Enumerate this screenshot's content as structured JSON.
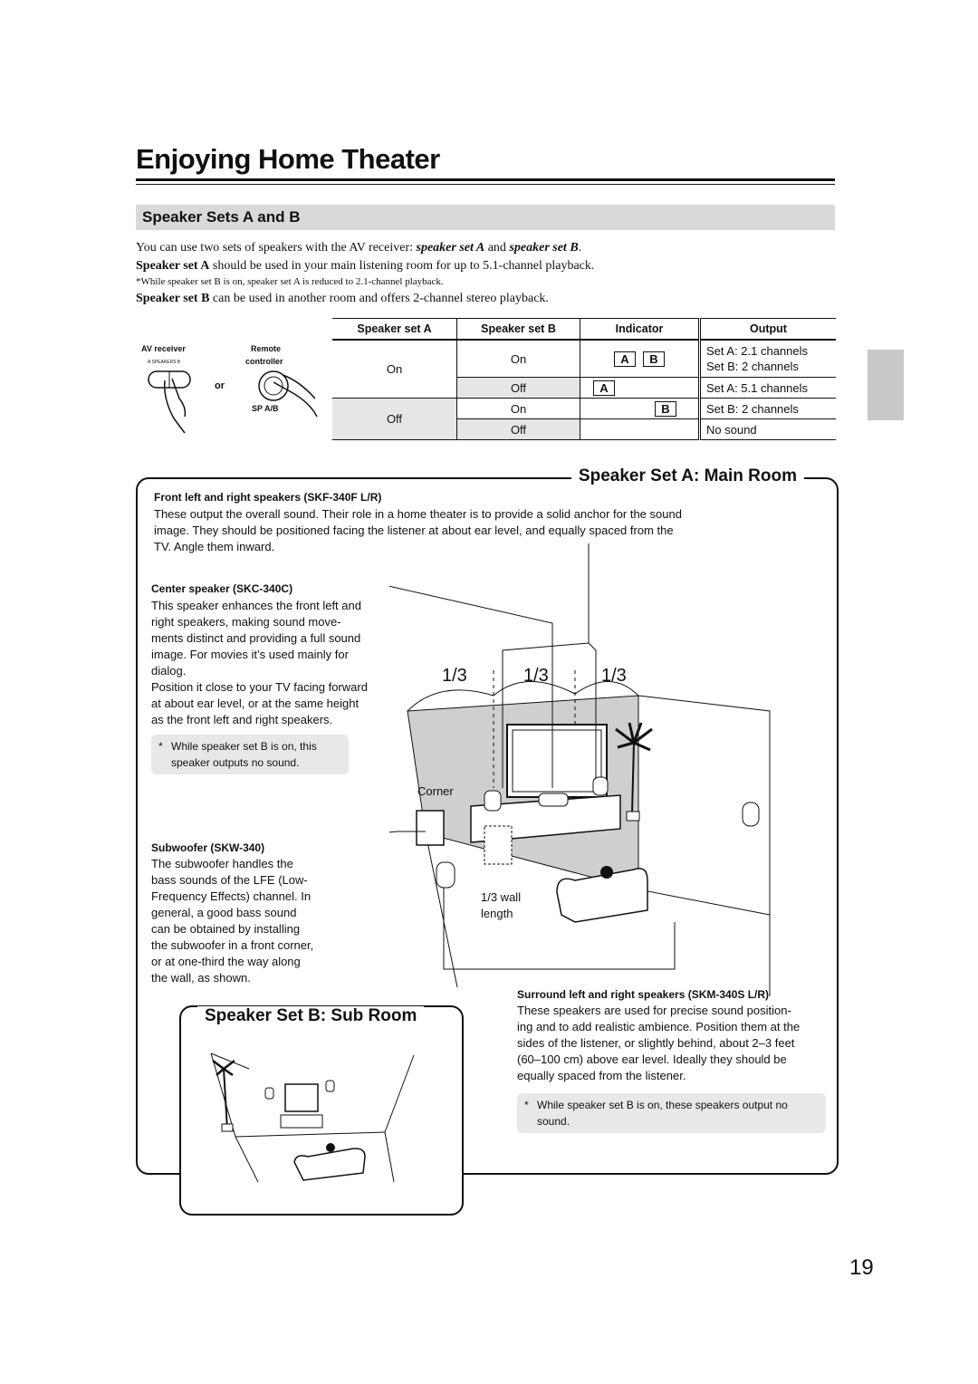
{
  "page": {
    "title": "Enjoying Home Theater",
    "page_number": "19"
  },
  "section": {
    "title": "Speaker Sets A and B",
    "intro_line1_pre": "You can use two sets of speakers with the AV receiver: ",
    "intro_set_a": "speaker set A",
    "intro_and": " and ",
    "intro_set_b": "speaker set B",
    "intro_end": ".",
    "line2_bold": "Speaker set A",
    "line2_rest": " should be used in your main listening room for up to 5.1-channel playback.",
    "note_line": "*While speaker set B is on, speaker set A is reduced to 2.1-channel playback.",
    "line3_bold": "Speaker set B",
    "line3_rest": " can be used in another room and offers 2-channel stereo playback."
  },
  "controls": {
    "av_receiver": "AV receiver",
    "receiver_button": "A  SPEAKERS  B",
    "or": "or",
    "remote": "Remote",
    "controller": "controller",
    "remote_button": "SP A/B"
  },
  "table": {
    "headers": [
      "Speaker set A",
      "Speaker set B",
      "Indicator",
      "Output"
    ],
    "rows": [
      {
        "a": "On",
        "b": "On",
        "ind": [
          "A",
          "B"
        ],
        "out": [
          "Set A: 2.1 channels",
          "Set B: 2 channels"
        ]
      },
      {
        "a": "",
        "b": "Off",
        "ind": [
          "A"
        ],
        "out": [
          "Set A: 5.1 channels"
        ]
      },
      {
        "a": "Off",
        "b": "On",
        "ind": [
          "B"
        ],
        "out": [
          "Set B: 2 channels"
        ]
      },
      {
        "a": "",
        "b": "Off",
        "ind": [],
        "out": [
          "No sound"
        ]
      }
    ]
  },
  "main_room": {
    "heading": "Speaker Set A: Main Room",
    "front_title": "Front left and right speakers (SKF-340F L/R)",
    "front_text": [
      "These output the overall sound. Their role in a home theater is to provide a solid anchor for the sound",
      "image. They should be positioned facing the listener at about ear level, and equally spaced from the",
      "TV. Angle them inward."
    ],
    "center_title": "Center speaker (SKC-340C)",
    "center_text": [
      "This speaker enhances the front left and",
      "right speakers, making sound move-",
      "ments distinct and providing a full sound",
      "image. For movies it’s used mainly for",
      "dialog.",
      "Position it close to your TV facing forward",
      "at about ear level, or at the same height",
      "as the front left and right speakers."
    ],
    "center_note": [
      "While speaker set B is on, this",
      "speaker outputs no sound."
    ],
    "sub_title": "Subwoofer (SKW-340)",
    "sub_text": [
      "The subwoofer handles the",
      "bass sounds of the LFE (Low-",
      "Frequency Effects) channel. In",
      "general, a good bass sound",
      "can be obtained by installing",
      "the subwoofer in a front corner,",
      "or at one-third the way along",
      "the wall, as shown."
    ],
    "corner": "Corner",
    "wall_len": [
      "1/3 wall",
      "length"
    ],
    "third": "1/3",
    "surround_title": "Surround left and right speakers (SKM-340S L/R)",
    "surround_text": [
      "These speakers are used for precise sound position-",
      "ing and to add realistic ambience. Position them at the",
      "sides of the listener, or slightly behind, about 2–3 feet",
      "(60–100 cm) above ear level. Ideally they should be",
      "equally spaced from the listener."
    ],
    "surround_note": [
      "While speaker set B is on, these speakers output no",
      "sound."
    ],
    "star": "*"
  },
  "sub_room": {
    "heading": "Speaker Set B: Sub Room"
  }
}
